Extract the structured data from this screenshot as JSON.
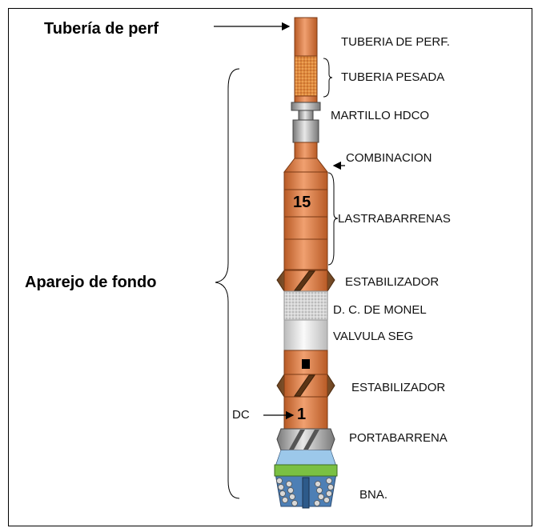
{
  "labels": {
    "tuberia_perf_title": "Tubería de perf",
    "aparejo_fondo": "Aparejo de fondo",
    "tuberia_de_perf": "TUBERIA DE PERF.",
    "tuberia_pesada": "TUBERIA PESADA",
    "martillo": "MARTILLO HDCO",
    "combinacion": "COMBINACION",
    "lastrabarrenas": "LASTRABARRENAS",
    "estabilizador_1": "ESTABILIZADOR",
    "monel": "D. C. DE MONEL",
    "valvula": "VALVULA SEG",
    "estabilizador_2": "ESTABILIZADOR",
    "dc": "DC",
    "portabarrena": "PORTABARRENA",
    "bna": "BNA.",
    "dc_number_top": "15",
    "dc_number_bottom": "1"
  },
  "colors": {
    "pipe_orange": "#d9783f",
    "pipe_orange_light": "#f0a070",
    "pipe_orange_dark": "#b85a25",
    "stabilizer_brown": "#8b5a2b",
    "steel_gray": "#a8a8a8",
    "monel_gray": "#d0d0d0",
    "bit_green": "#7ac043",
    "bit_blue": "#5aa0d8"
  }
}
